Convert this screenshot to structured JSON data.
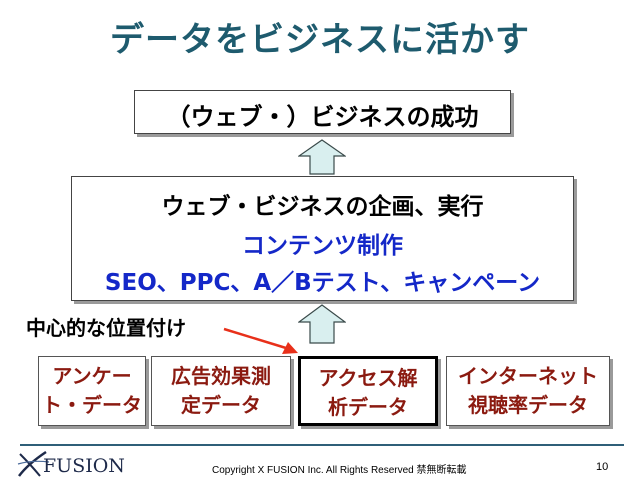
{
  "title": "データをビジネスに活かす",
  "top_box": {
    "text": "（ウェブ・）ビジネスの成功"
  },
  "plan_box": {
    "line1": "ウェブ・ビジネスの企画、実行",
    "line2": "コンテンツ制作",
    "line3": "SEO、PPC、A／Bテスト、キャンペーン"
  },
  "center_label": "中心的な位置付け",
  "data_sources": [
    {
      "line1": "アンケー",
      "line2": "ト・データ"
    },
    {
      "line1": "広告効果測",
      "line2": "定データ"
    },
    {
      "line1": "アクセス解",
      "line2": "析データ"
    },
    {
      "line1": "インターネット",
      "line2": "視聴率データ"
    }
  ],
  "footer": {
    "logo": "FUSION",
    "copyright": "Copyright X FUSION Inc. All Rights Reserved 禁無断転載",
    "page_number": "10"
  },
  "colors": {
    "title": "#1e5b6e",
    "highlight_text": "#1428c8",
    "data_text": "#8b1a10",
    "arrow_fill": "#d9efef",
    "pointer_arrow": "#e8301a"
  },
  "icons": [
    "up-arrow-icon",
    "pointer-arrow-icon",
    "xfusion-logo-icon"
  ]
}
